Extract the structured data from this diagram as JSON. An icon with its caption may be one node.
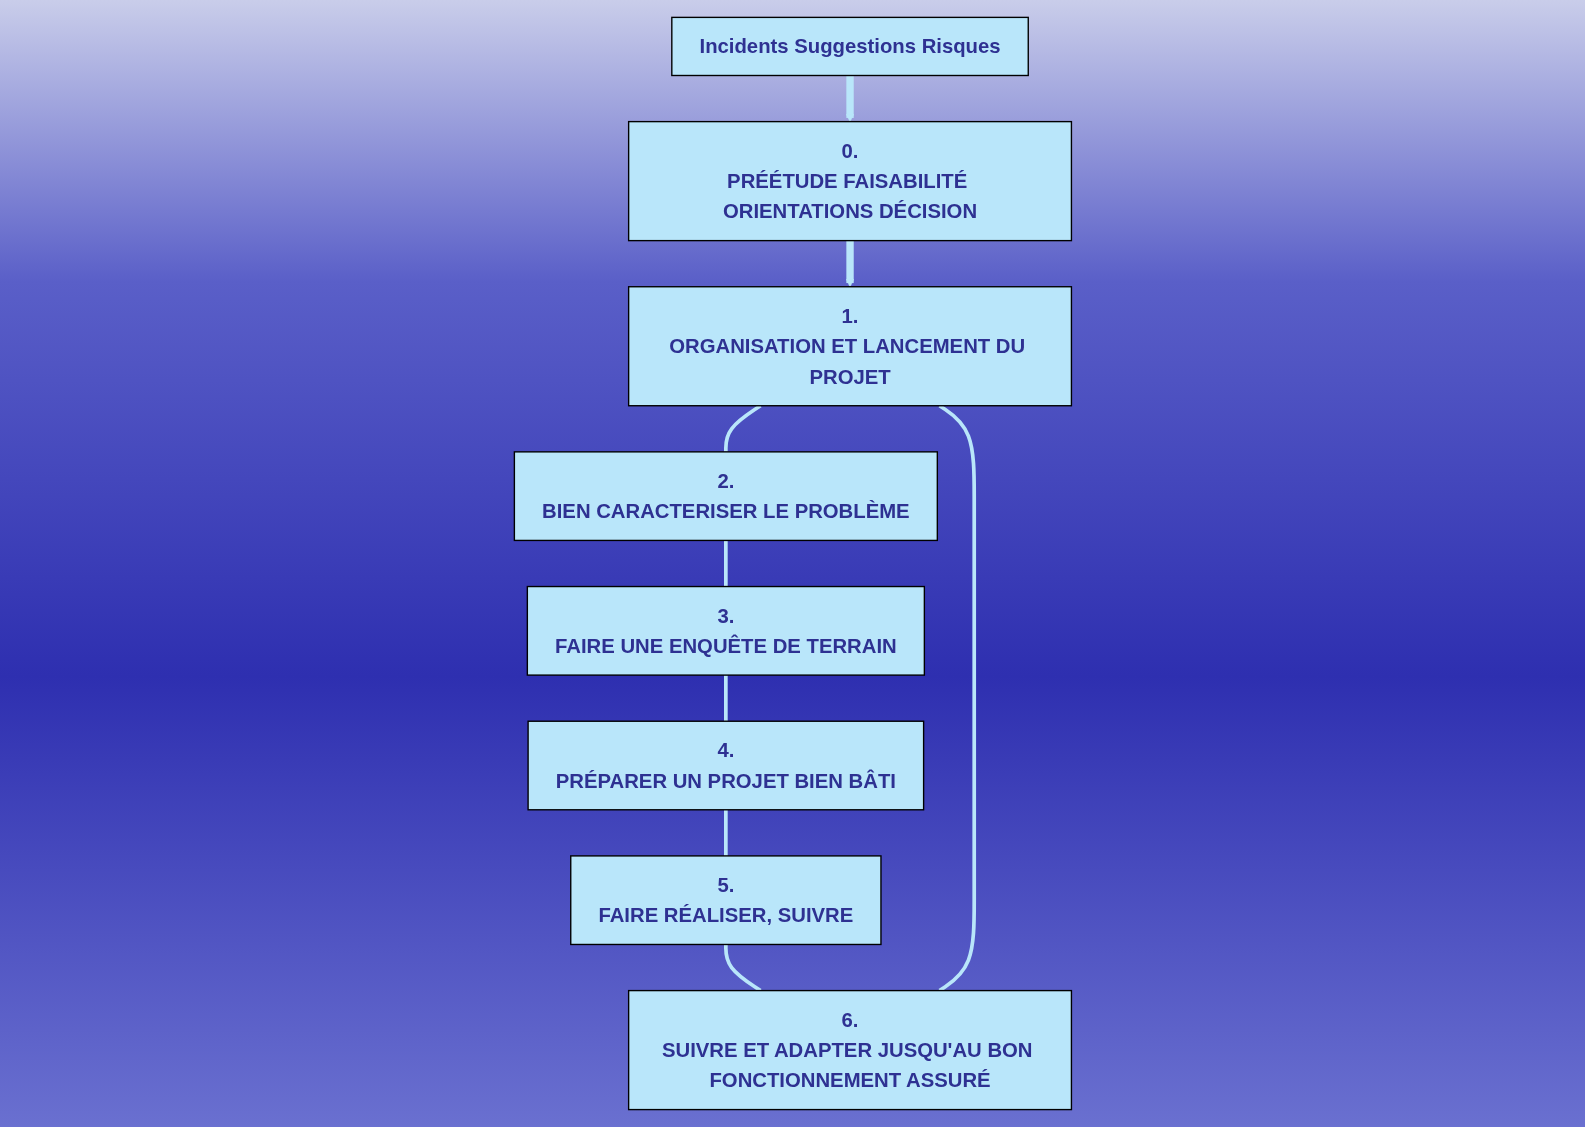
{
  "diagram": {
    "nodes": [
      {
        "text": [
          "Incidents Suggestions Risques"
        ]
      },
      {
        "text": [
          "0.",
          "PRÉÉTUDE FAISABILITÉ ORIENTATIONS DÉCISION"
        ]
      },
      {
        "text": [
          "1.",
          "ORGANISATION ET LANCEMENT DU PROJET"
        ]
      },
      {
        "text": [
          "2.",
          "BIEN CARACTERISER LE PROBLÈME"
        ]
      },
      {
        "text": [
          "3.",
          "FAIRE UNE ENQUÊTE DE TERRAIN"
        ]
      },
      {
        "text": [
          "4.",
          "PRÉPARER UN PROJET BIEN BÂTI"
        ]
      },
      {
        "text": [
          "5.",
          "FAIRE RÉALISER, SUIVRE"
        ]
      },
      {
        "text": [
          "6.",
          "SUIVRE ET ADAPTER JUSQU'AU BON FONCTIONNEMENT ASSURÉ"
        ]
      }
    ],
    "edges": [
      {
        "from": 0,
        "to": 1,
        "arrow": "to",
        "style": "thick"
      },
      {
        "from": 1,
        "to": 2,
        "arrow": "to",
        "style": "thick"
      },
      {
        "from": 2,
        "to": 3,
        "arrow": "none"
      },
      {
        "from": 3,
        "to": 4,
        "arrow": "none"
      },
      {
        "from": 4,
        "to": 5,
        "arrow": "none"
      },
      {
        "from": 5,
        "to": 6,
        "arrow": "none"
      },
      {
        "from": 6,
        "to": 7,
        "arrow": "none"
      },
      {
        "from": 7,
        "to": 2,
        "arrow": "none"
      }
    ]
  }
}
